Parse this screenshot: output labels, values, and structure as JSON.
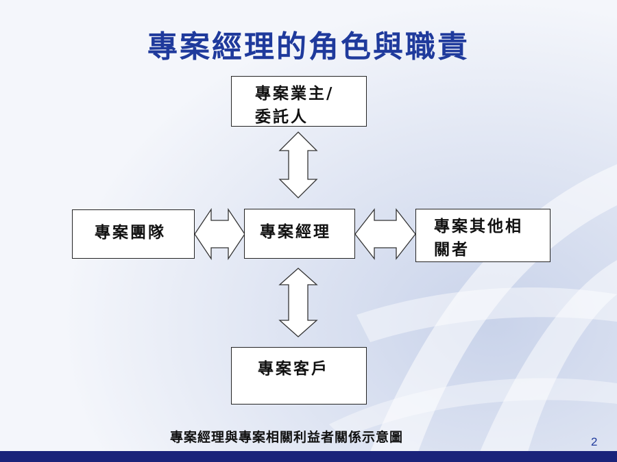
{
  "slide": {
    "title": "專案經理的角色與職責",
    "caption": "專案經理與專案相關利益者關係示意圖",
    "page_number": "2"
  },
  "nodes": {
    "owner_line1": "專案業主/",
    "owner_line2": "委託人",
    "team": "專案團隊",
    "pm": "專案經理",
    "other_line1": "專案其他相",
    "other_line2": "關者",
    "client": "專案客戶"
  },
  "colors": {
    "title": "#1f3a9c",
    "footer_bar": "#1a237a",
    "box_border": "#222222"
  }
}
